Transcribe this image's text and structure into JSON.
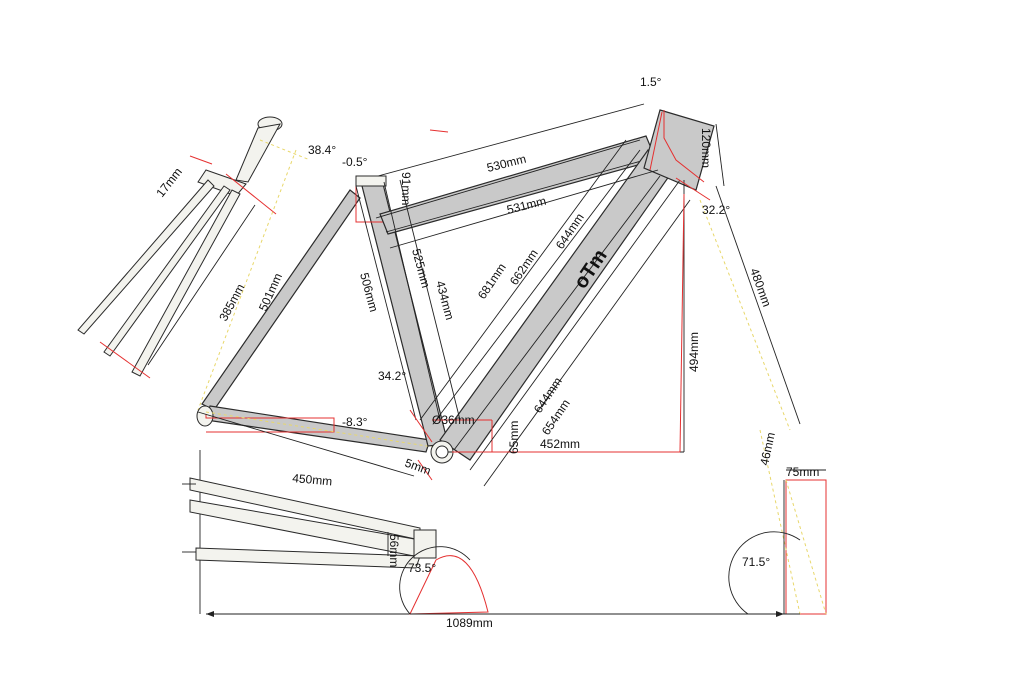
{
  "brand": "oTm",
  "colors": {
    "tube": "#c9c9c9",
    "outline": "#2b2b2b",
    "dimension_red": "#e53030",
    "centerline_yellow": "#e8d76a"
  },
  "labels": {
    "head_angle_top": "1.5°",
    "head_tube_len": "120mm",
    "top_tube_top": "530mm",
    "top_tube_bottom": "531mm",
    "seat_angle": "38.4°",
    "seat_offset": "-0.5°",
    "seat_cluster": "91mm",
    "seat_stay": "501mm",
    "fork_crown": "17mm",
    "fork_len": "385mm",
    "seat_tube_506": "506mm",
    "seat_tube_525": "525mm",
    "seat_tube_434": "434mm",
    "diag_681": "681mm",
    "diag_662": "662mm",
    "diag_644_top": "644mm",
    "stack": "494mm",
    "fork_axle": "480mm",
    "head_angle": "32.2°",
    "bb_angle": "34.2°",
    "chainstay_angle": "-8.3°",
    "bb_dia": "Ø36mm",
    "bb_drop": "65mm",
    "diag_644_low": "644mm",
    "diag_654": "654mm",
    "reach": "452mm",
    "chainstay": "450mm",
    "bb_small": "5mm",
    "offset_46": "46mm",
    "offset_75": "75mm",
    "rear_height": "56mm",
    "rear_angle": "73.5°",
    "front_angle": "71.5°",
    "wheelbase": "1089mm"
  }
}
